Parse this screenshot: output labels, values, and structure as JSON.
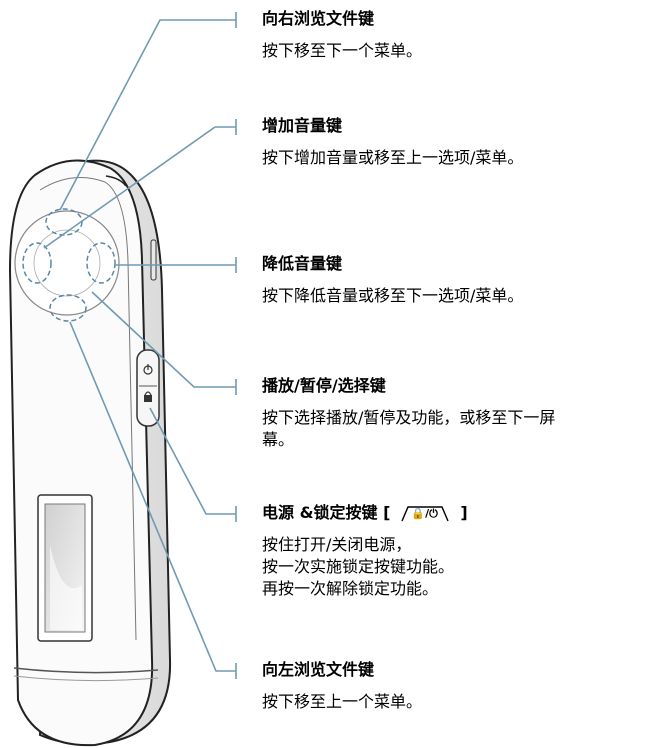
{
  "callouts": [
    {
      "title": "向右浏览文件键",
      "desc": [
        "按下移至下一个菜单。"
      ]
    },
    {
      "title": "增加音量键",
      "desc": [
        "按下增加音量或移至上一选项/菜单。"
      ]
    },
    {
      "title": "降低音量键",
      "desc": [
        "按下降低音量或移至下一选项/菜单。"
      ]
    },
    {
      "title": "播放/暂停/选择键",
      "desc": [
        "按下选择播放/暂停及功能，或移至下一屏",
        "幕。"
      ]
    },
    {
      "title": "电源 &锁定按键 [",
      "title_suffix": "]",
      "key_symbol": "🔒/⏻",
      "desc": [
        "按住打开/关闭电源，",
        "按一次实施锁定按键功能。",
        "再按一次解除锁定功能。"
      ]
    },
    {
      "title": "向左浏览文件键",
      "desc": [
        "按下移至上一个菜单。"
      ]
    }
  ],
  "colors": {
    "leader_line": "#6f9ab4",
    "button_outline": "#5b87a6",
    "device_outline": "#222222"
  }
}
